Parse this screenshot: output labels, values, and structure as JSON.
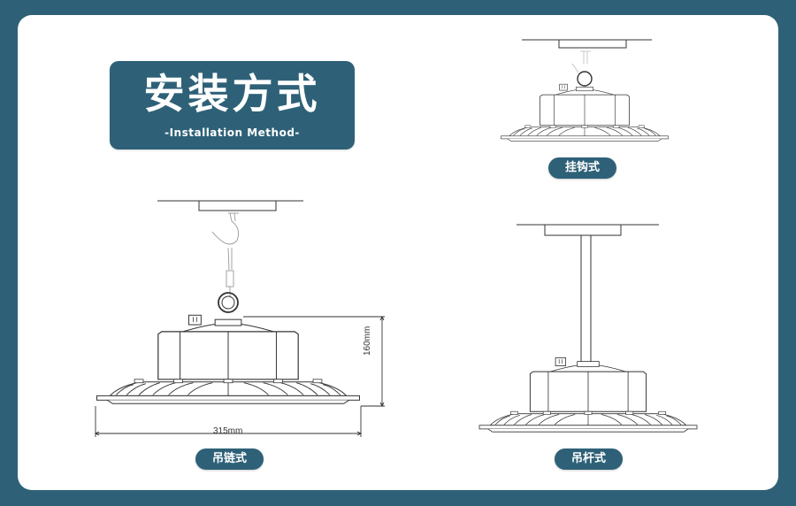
{
  "header": {
    "title": "安装方式",
    "subtitle": "-Installation Method-"
  },
  "methods": [
    {
      "key": "hook",
      "label": "挂钩式"
    },
    {
      "key": "chain",
      "label": "吊链式"
    },
    {
      "key": "pole",
      "label": "吊杆式"
    }
  ],
  "dimensions": {
    "height": "160mm",
    "width": "315mm"
  },
  "colors": {
    "brand": "#2e6178",
    "line": "#333333"
  }
}
